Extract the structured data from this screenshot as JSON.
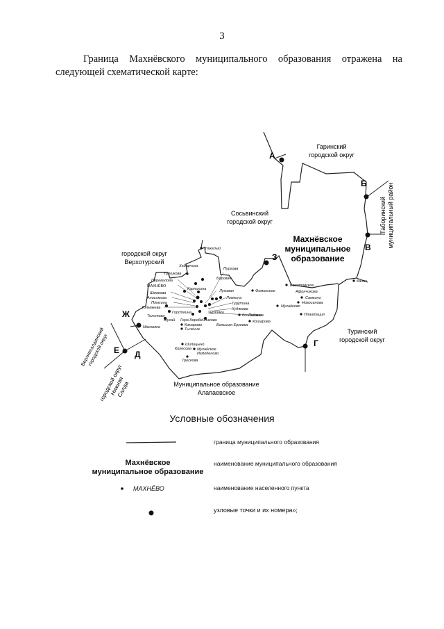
{
  "page_number": "3",
  "intro_text": "Граница Махнёвского муниципального образования отражена на следующей схематической карте:",
  "map": {
    "main_name_line1": "Махнёвское",
    "main_name_line2": "муниципальное",
    "main_name_line3": "образование",
    "neighbors": {
      "garinsky_1": "Гаринский",
      "garinsky_2": "городской округ",
      "sosvinsky_1": "Сосьвинский",
      "sosvinsky_2": "городской округ",
      "verkhoturye_1": "городской округ",
      "verkhoturye_2": "Верхотурский",
      "taborinsky_1": "Таборинский",
      "taborinsky_2": "муниципальный район",
      "turinsky_1": "Туринский",
      "turinsky_2": "городской округ",
      "alapaevskoe_1": "Муниципальное образование",
      "alapaevskoe_2": "Алапаевское",
      "verkhnesaldinsky_1": "Верхнесалдинский",
      "verkhnesaldinsky_2": "городской округ",
      "nizhnyaya_salda_1": "городской округ",
      "nizhnyaya_salda_2": "Нижняя",
      "nizhnyaya_salda_3": "Салда"
    },
    "node_points": [
      "А",
      "Б",
      "В",
      "Г",
      "Д",
      "Е",
      "Ж",
      "З"
    ],
    "settlements": {
      "tyazhelyi": "Тяжелый",
      "khabarchikha": "Хабарчиха",
      "troshkova": "Трошкова",
      "perevalova": "Перевалова",
      "makhnevo": "МАХНЁВО",
      "shmakova": "Шмакова",
      "anisimova": "Анисимова",
      "plyukhina": "Плюхина",
      "tolmacheva": "Толмачева",
      "tolstova": "Толстова",
      "maskalka": "Маскалка",
      "karpikhina": "Карпихина",
      "purgova": "Пургова",
      "borovaya": "Боровая",
      "lugovaya": "Луговая",
      "lomkina": "Ломкина",
      "turutina": "Турутина",
      "feminskoe": "Фоминское",
      "bolotovskoe": "Болотовское",
      "afonchikova": "Афончикова",
      "samkino": "Самкино",
      "novoselova": "Новоселова",
      "murzinkovo": "Мугайково",
      "gorstina": "Горсткина",
      "muzay": "Мугай",
      "gora_korobeinikova": "Гора Коробейникова",
      "komarovo": "Комарово",
      "tychkina": "Тычкина",
      "erzovka": "Ерзовка",
      "khudyakova": "Худякова",
      "kochneva": "Кишинское",
      "podkina": "Подкина",
      "kosharova": "Кошарова",
      "bolshaya_erzovka": "Большая Ерзовка",
      "kalach": "Калач",
      "plantatsiya": "Плантация",
      "shipitsyno": "Шипицыно",
      "kolesova": "Колесова",
      "mugaiskoe": "Мугайское",
      "izmodenovo": "Измоденово",
      "treskova": "Трескова"
    }
  },
  "legend": {
    "title": "Условные обозначения",
    "border_label": "граница муниципального образования",
    "name_sample_1": "Махнёвское",
    "name_sample_2": "муниципальное образование",
    "name_label": "наименование муниципального образования",
    "settlement_sample": "МАХНЁВО",
    "settlement_label": "наименование населенного пункта",
    "node_label": "узловые точки и их номера»;"
  }
}
